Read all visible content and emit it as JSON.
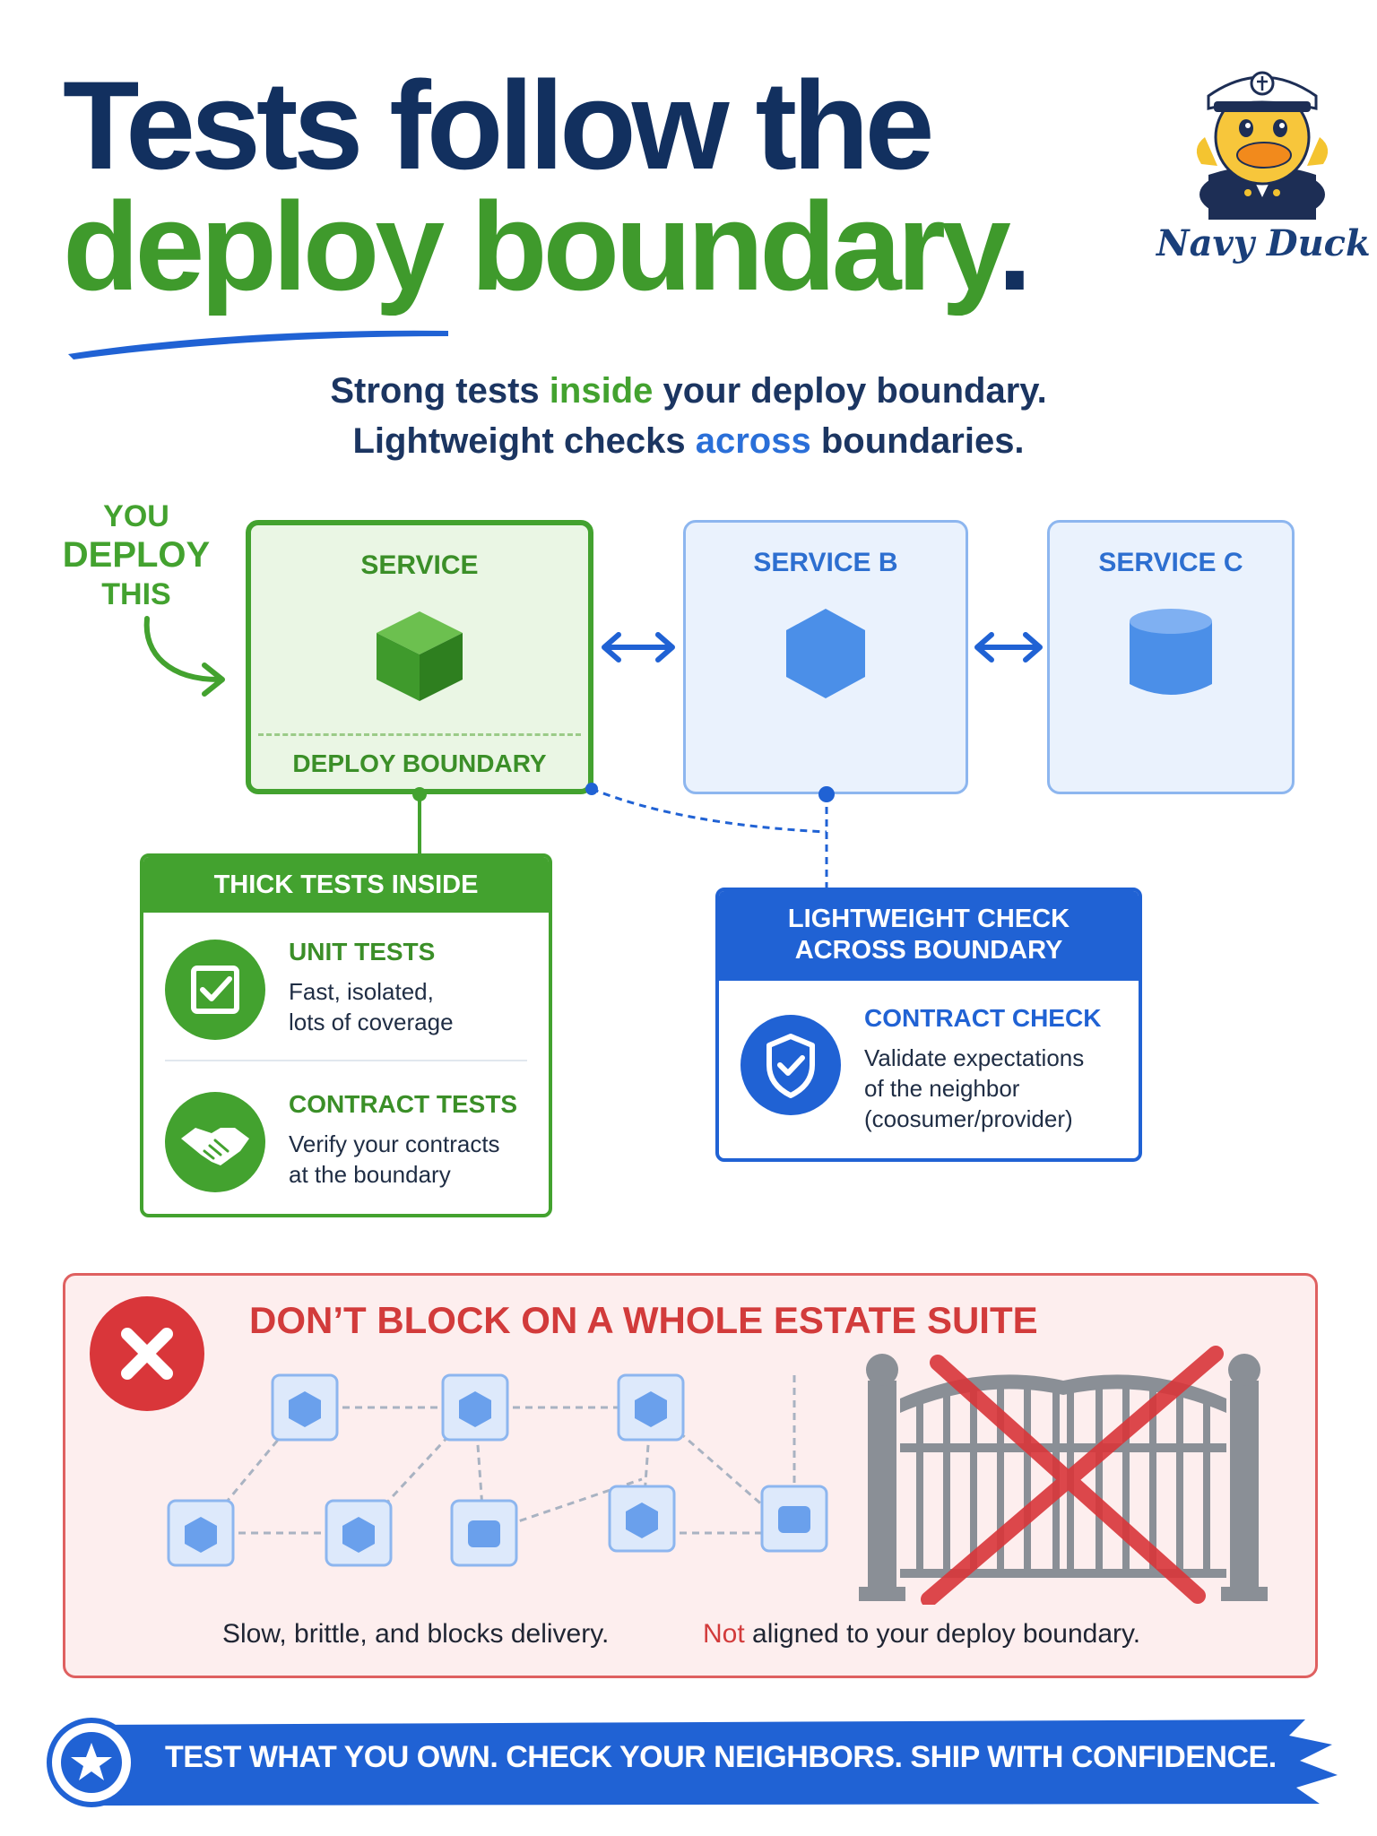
{
  "header": {
    "title_line1": "Tests follow the",
    "title_line2": "deploy boundary",
    "title_period": ".",
    "brand": "Navy Duck"
  },
  "subtitle": {
    "line1_a": "Strong tests ",
    "line1_b": "inside",
    "line1_c": " your deploy boundary.",
    "line2_a": "Lightweight checks ",
    "line2_b": "across",
    "line2_c": " boundaries."
  },
  "you_deploy": {
    "line1": "YOU",
    "line2": "DEPLOY",
    "line3": "THIS"
  },
  "services": {
    "a": {
      "label": "SERVICE",
      "boundary": "DEPLOY BOUNDARY"
    },
    "b": {
      "label": "SERVICE B"
    },
    "c": {
      "label": "SERVICE C"
    }
  },
  "inside_panel": {
    "header": "THICK TESTS INSIDE",
    "items": [
      {
        "title": "UNIT TESTS",
        "desc_line1": "Fast, isolated,",
        "desc_line2": "lots of coverage",
        "icon": "checkbox-icon"
      },
      {
        "title": "CONTRACT TESTS",
        "desc_line1": "Verify your contracts",
        "desc_line2": "at the boundary",
        "icon": "handshake-icon"
      }
    ]
  },
  "across_panel": {
    "header_line1": "LIGHTWEIGHT CHECK",
    "header_line2": "ACROSS BOUNDARY",
    "item": {
      "title": "CONTRACT CHECK",
      "desc_line1": "Validate expectations",
      "desc_line2": "of the neighbor",
      "desc_line3": "(coosumer/provider)",
      "icon": "shield-check-icon"
    }
  },
  "warning": {
    "title": "DON’T BLOCK ON A WHOLE ESTATE SUITE",
    "left_caption": "Slow, brittle, and blocks delivery.",
    "right_caption_red": "Not",
    "right_caption_rest": " aligned to your deploy boundary."
  },
  "footer": {
    "text": "TEST WHAT YOU OWN. CHECK YOUR NEIGHBORS. SHIP WITH CONFIDENCE."
  },
  "colors": {
    "navy": "#12305f",
    "green": "#43a22f",
    "blue": "#2062d4",
    "red": "#d23b3b"
  }
}
